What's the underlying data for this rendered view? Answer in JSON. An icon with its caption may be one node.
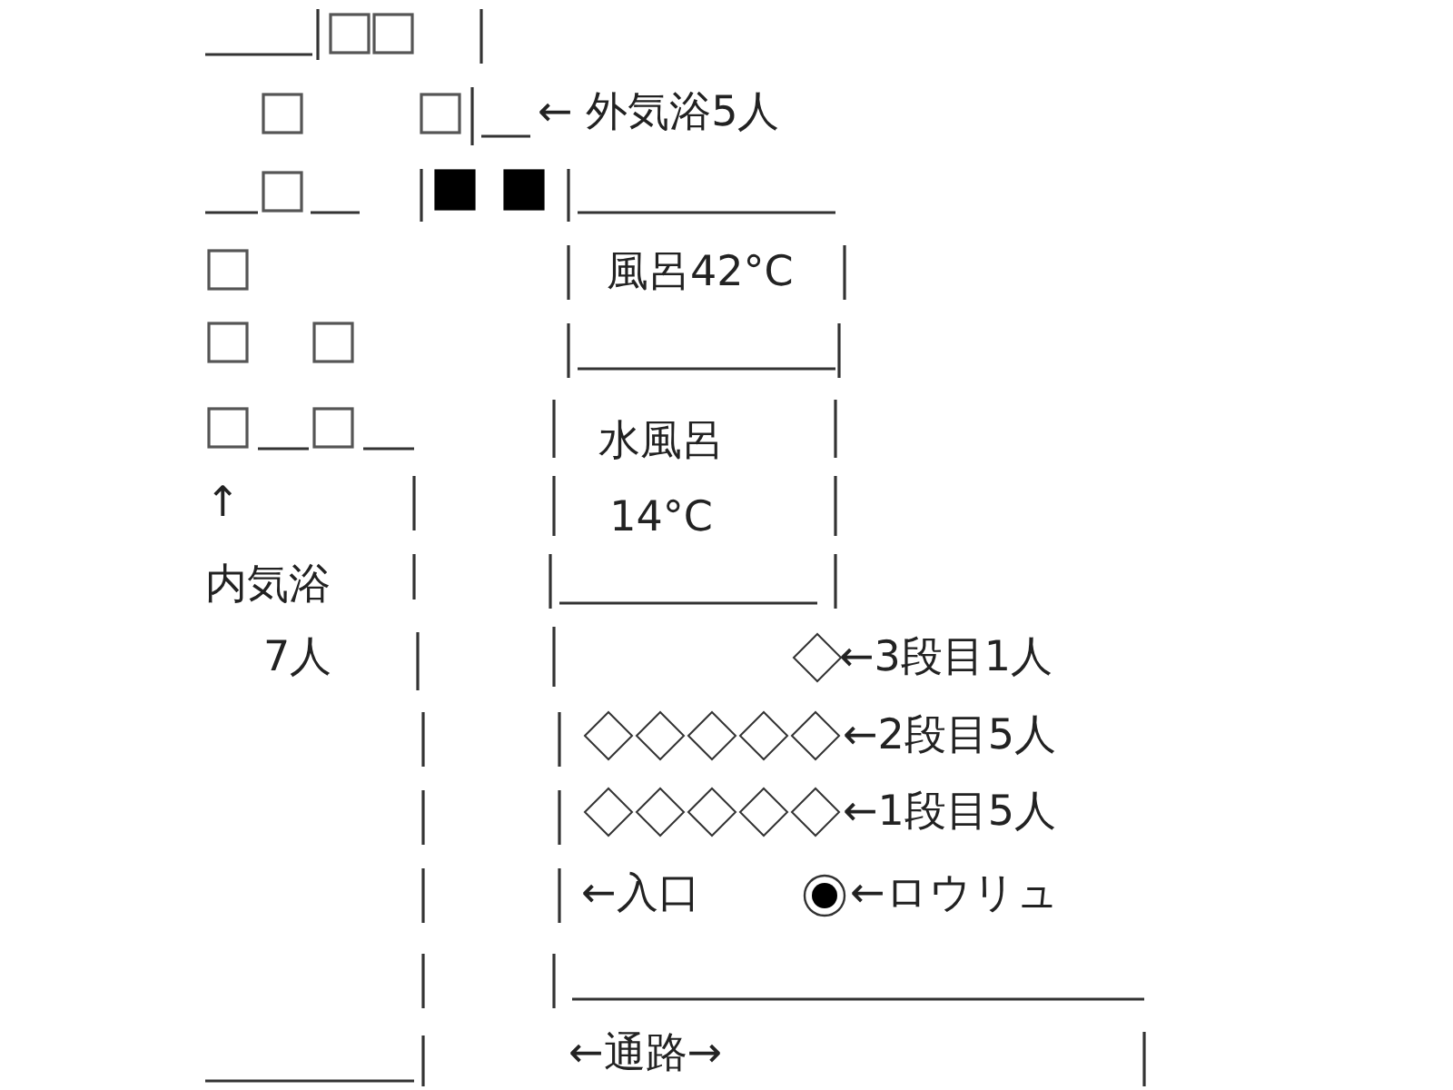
{
  "diagram": {
    "nodes": [
      {
        "text": [
          "風呂42°C"
        ]
      },
      {
        "text": [
          "水風呂 14°C"
        ]
      }
    ],
    "labels": [
      "← 外気浴5人",
      "↑",
      "内気浴",
      "7人",
      "←3段目1人",
      "←2段目5人",
      "←1段目5人",
      "←入口",
      "←ロウリュ",
      "←通路→"
    ]
  }
}
